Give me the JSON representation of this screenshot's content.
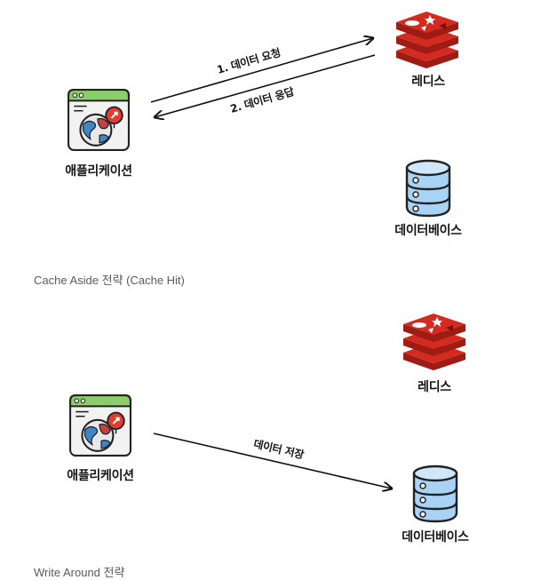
{
  "diagram1": {
    "app_label": "애플리케이션",
    "redis_label": "레디스",
    "db_label": "데이터베이스",
    "edge_request": "1. 데이터 요청",
    "edge_response": "2. 데이터 응답",
    "caption": "Cache Aside 전략 (Cache Hit)"
  },
  "diagram2": {
    "app_label": "애플리케이션",
    "redis_label": "레디스",
    "db_label": "데이터베이스",
    "edge_write": "데이터 저장",
    "caption": "Write Around 전략"
  },
  "colors": {
    "redis_red": "#d42b20",
    "redis_dark": "#9e1c14",
    "db_blue": "#a9d3f5",
    "outline": "#222222",
    "app_frame": "#f2f2f2",
    "app_titlebar": "#8ccf6a"
  },
  "icons": [
    "application-window-globe-icon",
    "redis-logo-icon",
    "database-cylinder-icon"
  ]
}
